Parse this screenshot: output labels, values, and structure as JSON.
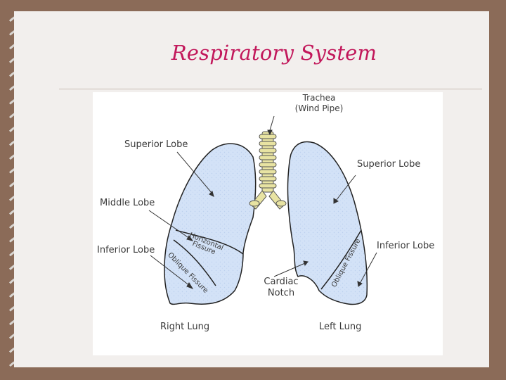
{
  "slide": {
    "title": "Respiratory System"
  },
  "diagram": {
    "trachea_line1": "Trachea",
    "trachea_line2": "(Wind Pipe)",
    "right_superior": "Superior Lobe",
    "middle_lobe": "Middle Lobe",
    "right_inferior": "Inferior Lobe",
    "horizontal_fissure_1": "Horizontal",
    "horizontal_fissure_2": "Fissure",
    "right_oblique_fissure": "Oblique Fissure",
    "left_superior": "Superior Lobe",
    "left_inferior": "Inferior Lobe",
    "left_oblique_fissure": "Oblique Fissure",
    "cardiac_notch_line1": "Cardiac",
    "cardiac_notch_line2": "Notch",
    "right_lung": "Right Lung",
    "left_lung": "Left Lung"
  },
  "colors": {
    "background": "#8b6b58",
    "slide": "#f2efed",
    "title": "#c2185b",
    "lung_fill": "#d3e2f7",
    "lung_stroke": "#222222",
    "trachea_fill": "#e8e3a2"
  }
}
